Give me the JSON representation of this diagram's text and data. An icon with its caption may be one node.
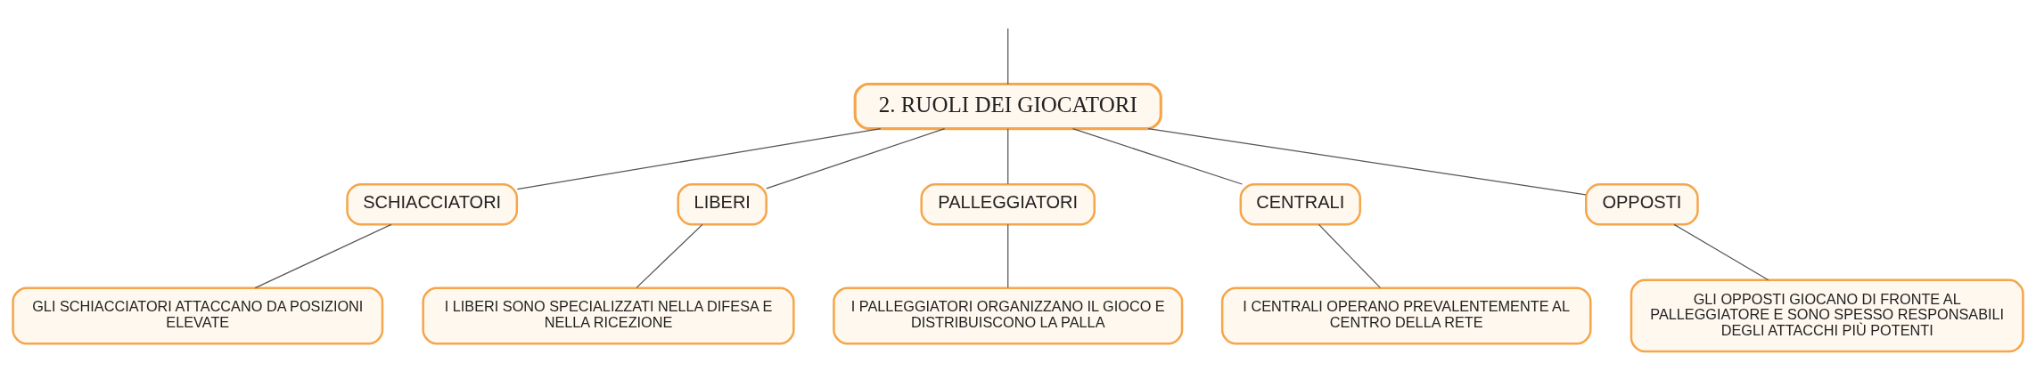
{
  "diagram": {
    "nodes": [
      {
        "text": [
          "2. RUOLI DEI GIOCATORI"
        ]
      },
      {
        "text": [
          "SCHIACCIATORI"
        ]
      },
      {
        "text": [
          "LIBERI"
        ]
      },
      {
        "text": [
          "PALLEGGIATORI"
        ]
      },
      {
        "text": [
          "CENTRALI"
        ]
      },
      {
        "text": [
          "OPPOSTI"
        ]
      },
      {
        "text": [
          "GLI SCHIACCIATORI ATTACCANO DA POSIZIONI ELEVATE"
        ]
      },
      {
        "text": [
          "I LIBERI SONO SPECIALIZZATI NELLA DIFESA E NELLA RICEZIONE"
        ]
      },
      {
        "text": [
          "I PALLEGGIATORI ORGANIZZANO IL GIOCO E DISTRIBUISCONO LA PALLA"
        ]
      },
      {
        "text": [
          "I CENTRALI OPERANO PREVALENTEMENTE AL CENTRO DELLA RETE"
        ]
      },
      {
        "text": [
          "GLI OPPOSTI GIOCANO DI FRONTE AL PALLEGGIATORE E SONO SPESSO RESPONSABILI DEGLI ATTACCHI PIÙ POTENTI"
        ]
      }
    ],
    "edges": [
      {
        "from": null,
        "to": 0,
        "arrow": "none"
      },
      {
        "from": 0,
        "to": 1,
        "arrow": "none"
      },
      {
        "from": 0,
        "to": 2,
        "arrow": "none"
      },
      {
        "from": 0,
        "to": 3,
        "arrow": "none"
      },
      {
        "from": 0,
        "to": 4,
        "arrow": "none"
      },
      {
        "from": 0,
        "to": 5,
        "arrow": "none"
      },
      {
        "from": 1,
        "to": 6,
        "arrow": "none"
      },
      {
        "from": 2,
        "to": 7,
        "arrow": "none"
      },
      {
        "from": 3,
        "to": 8,
        "arrow": "none"
      },
      {
        "from": 4,
        "to": 9,
        "arrow": "none"
      },
      {
        "from": 5,
        "to": 10,
        "arrow": "none"
      }
    ]
  }
}
